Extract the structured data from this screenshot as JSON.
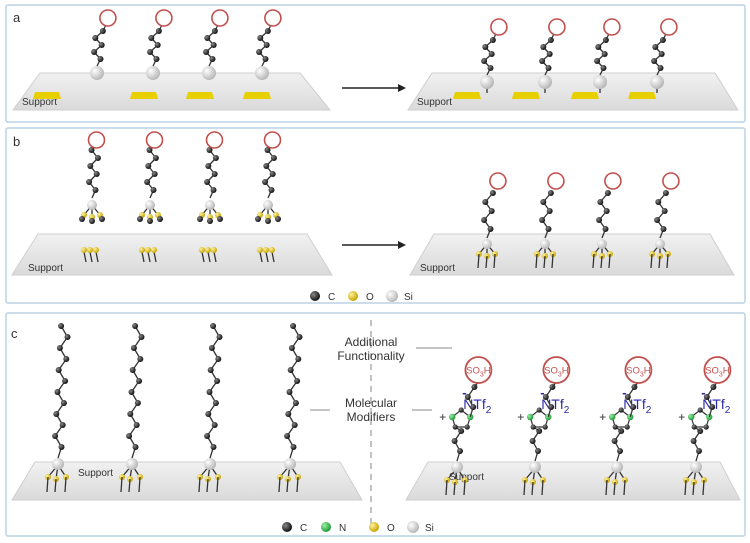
{
  "panels": {
    "a": {
      "label": "a",
      "support_left": "Support",
      "support_right": "Support"
    },
    "b": {
      "label": "b",
      "support_left": "Support",
      "support_right": "Support"
    },
    "c": {
      "label": "c",
      "support_left": "Support",
      "support_right": "Support",
      "annotation_functionality": [
        "Additional",
        "Functionality"
      ],
      "annotation_modifiers": [
        "Molecular",
        "Modifiers"
      ],
      "head_group": "SO3H",
      "anion": "NTf2",
      "cation_sign": "+",
      "anion_sign": "-"
    }
  },
  "legend_top": [
    {
      "symbol": "carbon-atom",
      "label": "C",
      "color": "#222222"
    },
    {
      "symbol": "oxygen-atom",
      "label": "O",
      "color": "#d8b700"
    },
    {
      "symbol": "silicon-atom",
      "label": "Si",
      "color": "#e2e2e2"
    }
  ],
  "legend_bottom": [
    {
      "symbol": "carbon-atom",
      "label": "C",
      "color": "#222222"
    },
    {
      "symbol": "nitrogen-atom",
      "label": "N",
      "color": "#2fb24a"
    },
    {
      "symbol": "oxygen-atom",
      "label": "O",
      "color": "#d8b700"
    },
    {
      "symbol": "silicon-atom",
      "label": "Si",
      "color": "#e2e2e2"
    }
  ],
  "colors": {
    "panel_border": "#bcd3e6",
    "head_circle": "#c0504d",
    "anion_text": "#2a2aa8",
    "gold_pad": "#e8d000"
  }
}
